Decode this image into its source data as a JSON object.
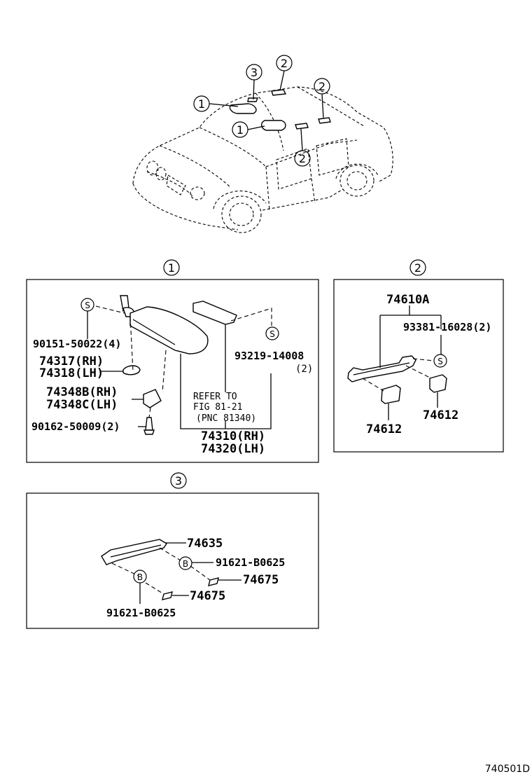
{
  "diagram_id": "740501D",
  "callouts": {
    "one": "1",
    "two": "2",
    "three": "3"
  },
  "symbols": {
    "s": "S",
    "b": "B"
  },
  "box1": {
    "p90151": "90151-50022(4)",
    "p74317": "74317(RH)",
    "p74318": "74318(LH)",
    "p74348b": "74348B(RH)",
    "p74348c": "74348C(LH)",
    "p90162": "90162-50009(2)",
    "p93219": "93219-14008",
    "p93219_qty": "(2)",
    "refer1": "REFER TO",
    "refer2": "FIG 81-21",
    "refer3": "(PNC 81340)",
    "p74310": "74310(RH)",
    "p74320": "74320(LH)"
  },
  "box2": {
    "p74610a": "74610A",
    "p93381": "93381-16028(2)",
    "p74612a": "74612",
    "p74612b": "74612"
  },
  "box3": {
    "p74635": "74635",
    "p91621a": "91621-B0625",
    "p74675a": "74675",
    "p74675b": "74675",
    "p91621b": "91621-B0625"
  }
}
